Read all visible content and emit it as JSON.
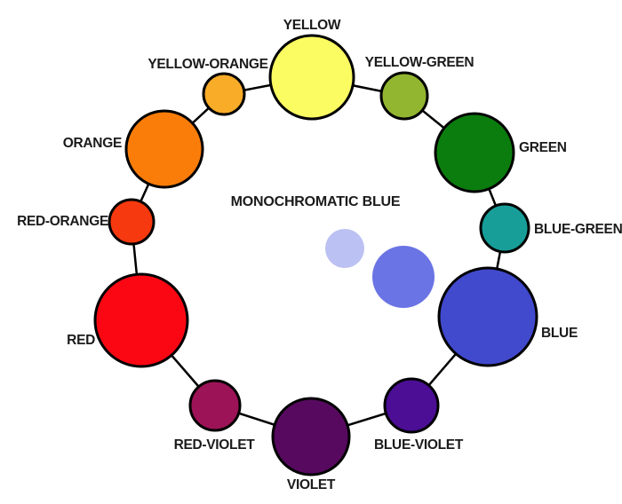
{
  "diagram": {
    "name": "color-wheel-with-monochromatic-blue-example",
    "background": "#ffffff",
    "outline_color": "#000000",
    "label_color": "#1b1b1b",
    "wheel": [
      {
        "label": "YELLOW",
        "color": "#FBFB62"
      },
      {
        "label": "YELLOW-GREEN",
        "color": "#92B630"
      },
      {
        "label": "GREEN",
        "color": "#0B7D0E"
      },
      {
        "label": "BLUE-GREEN",
        "color": "#189E99"
      },
      {
        "label": "BLUE",
        "color": "#4149CD"
      },
      {
        "label": "BLUE-VIOLET",
        "color": "#4B0E95"
      },
      {
        "label": "VIOLET",
        "color": "#57095F"
      },
      {
        "label": "RED-VIOLET",
        "color": "#9D1357"
      },
      {
        "label": "RED",
        "color": "#FA0713"
      },
      {
        "label": "RED-ORANGE",
        "color": "#F6390E"
      },
      {
        "label": "ORANGE",
        "color": "#FA7D0A"
      },
      {
        "label": "YELLOW-ORANGE",
        "color": "#F8AC28"
      }
    ],
    "center": {
      "title": "MONOCHROMATIC BLUE",
      "swatches": [
        {
          "name": "monochromatic-blue-light",
          "color": "#BCC1F3"
        },
        {
          "name": "monochromatic-blue-medium",
          "color": "#6B74E4"
        }
      ]
    }
  }
}
